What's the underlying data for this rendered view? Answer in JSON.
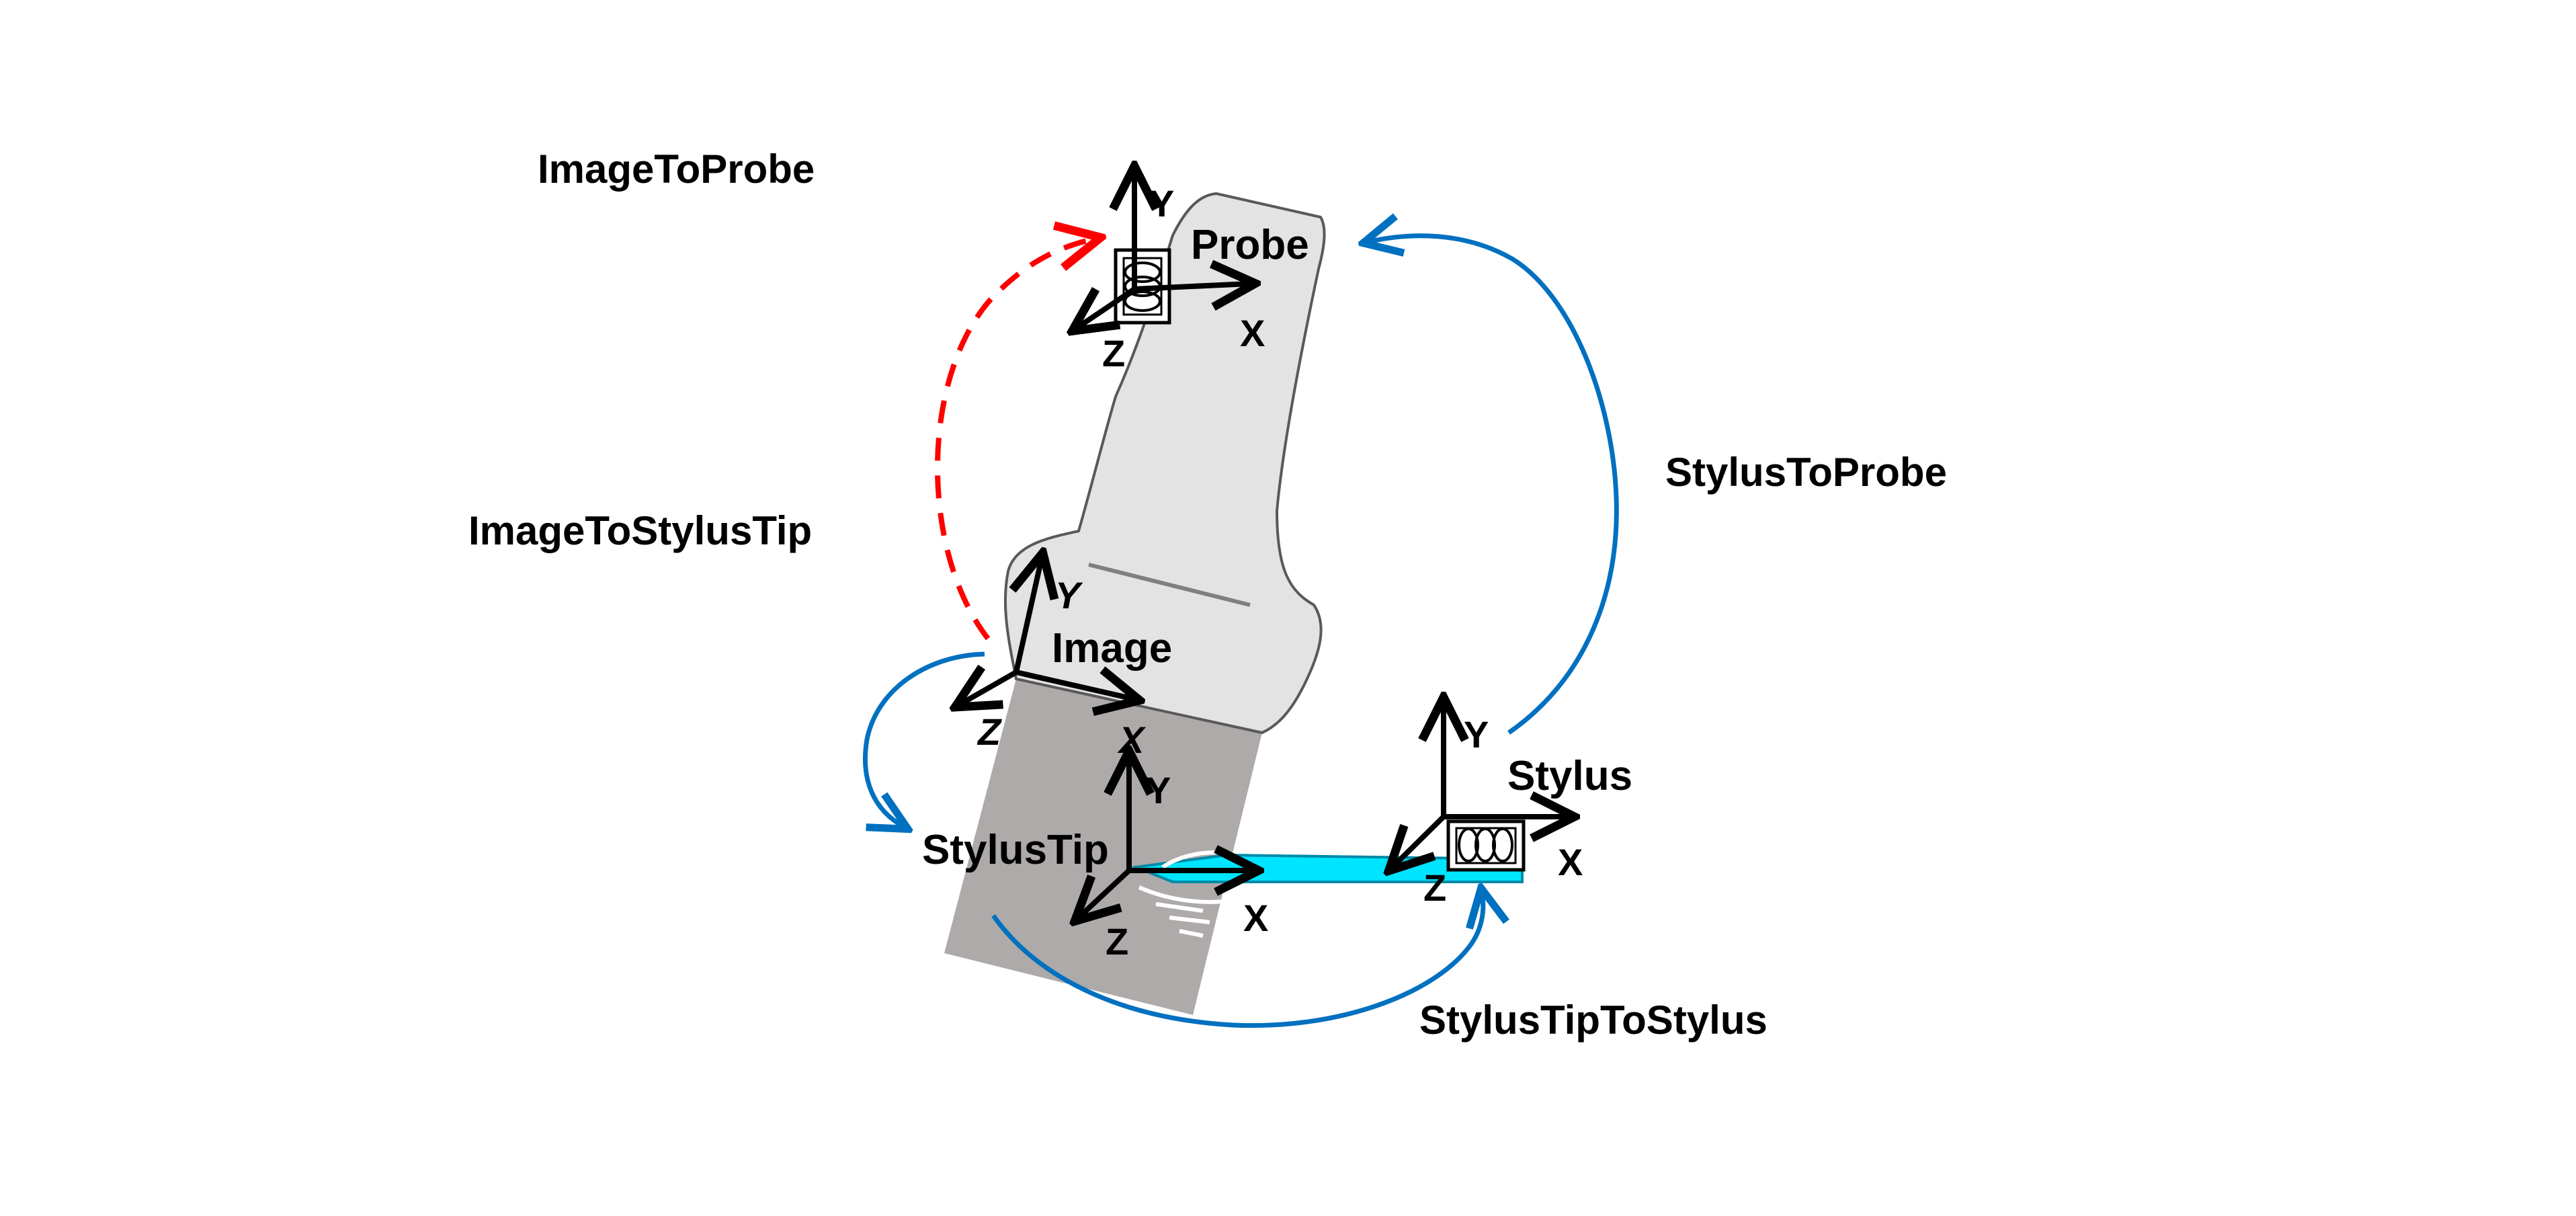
{
  "colors": {
    "background": "#ffffff",
    "probe_body": "#e3e3e3",
    "probe_outline": "#595959",
    "image_plane": "#aeaaaa",
    "stylus_needle": "#00e5ff",
    "calibrated_arrow": "#0070c0",
    "unknown_arrow": "#ff0000",
    "text": "#000000"
  },
  "transforms": {
    "image_to_probe": {
      "label": "ImageToProbe",
      "color": "#ff0000",
      "style": "dashed"
    },
    "image_to_stylus_tip": {
      "label": "ImageToStylusTip",
      "color": "#000000",
      "style": "solid"
    },
    "stylus_to_probe": {
      "label": "StylusToProbe",
      "color": "#000000",
      "style": "solid"
    },
    "stylus_tip_to_stylus": {
      "label": "StylusTipToStylus",
      "color": "#000000",
      "style": "solid"
    }
  },
  "frames": {
    "probe": {
      "label": "Probe",
      "axes": {
        "x": "X",
        "y": "Y",
        "z": "Z"
      },
      "icon": "marker-coils-icon"
    },
    "image": {
      "label": "Image",
      "axes": {
        "x": "X",
        "y": "Y",
        "z": "Z"
      }
    },
    "stylus_tip": {
      "label": "StylusTip",
      "axes": {
        "x": "X",
        "y": "Y",
        "z": "Z"
      }
    },
    "stylus": {
      "label": "Stylus",
      "axes": {
        "x": "X",
        "y": "Y",
        "z": "Z"
      },
      "icon": "marker-coils-icon"
    }
  }
}
